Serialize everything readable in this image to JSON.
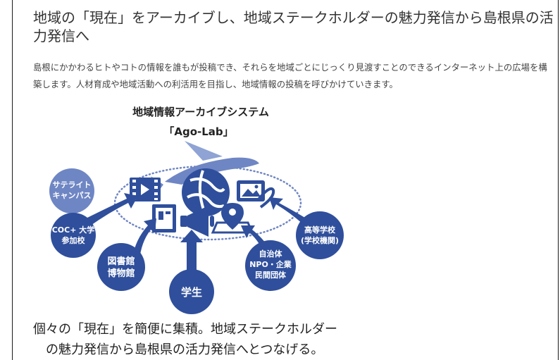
{
  "heading": "地域の「現在」をアーカイブし、地域ステークホルダーの魅力発信から島根県の活力発信へ",
  "paragraph": "島根にかかわるヒトやコトの情報を誰もが投稿でき、それらを地域ごとにじっくり見渡すことのできるインターネット上の広場を構築します。人材育成や地域活動への利活用を目指し、地域情報の投稿を呼びかけていきます。",
  "figure": {
    "title": "地域情報アーカイブシステム",
    "subtitle": "「Ago-Lab」",
    "colors": {
      "main": "#2f4f9c",
      "light": "#6f86c4",
      "dot": "#6f86c4"
    },
    "nodes": {
      "satellite": [
        "サテライト",
        "キャンパス"
      ],
      "coc": [
        "COC+ 大学",
        "参加校"
      ],
      "library": [
        "図書館",
        "博物館"
      ],
      "student": [
        "学生"
      ],
      "municipality": [
        "自治体",
        "NPO・企業",
        "民間団体"
      ],
      "highschool": [
        "高等学校",
        "(学校機関)"
      ]
    },
    "icons": [
      "film-icon",
      "globe-icon",
      "photo-icon",
      "document-icon",
      "megaphone-icon",
      "map-pin-icon",
      "flying-fish-icon"
    ]
  },
  "caption": {
    "line1": "個々の「現在」を簡便に集積。地域ステークホルダー",
    "line2": "の魅力発信から島根県の活力発信へとつなげる。"
  }
}
